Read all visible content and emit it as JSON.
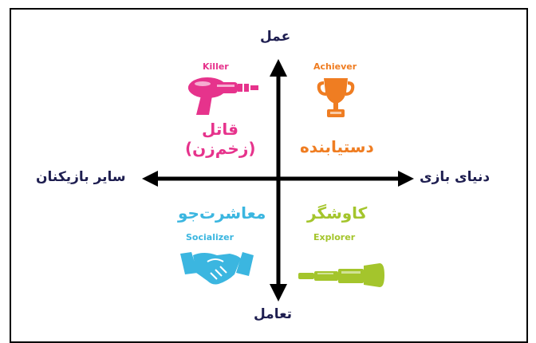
{
  "axes": {
    "top": "عمل",
    "bottom": "تعامل",
    "left": "سایر بازیکنان",
    "right": "دنیای بازی"
  },
  "quadrants": {
    "killer": {
      "en": "Killer",
      "fa_line1": "قاتل",
      "fa_line2": "(زخم‌زن)",
      "color": "#e6338c",
      "icon": "ray-gun-icon"
    },
    "achiever": {
      "en": "Achiever",
      "fa": "دستیابنده",
      "color": "#ef7d22",
      "icon": "trophy-icon"
    },
    "socializer": {
      "en": "Socializer",
      "fa": "معاشرت‌جو",
      "color": "#3bb6e0",
      "icon": "handshake-icon"
    },
    "explorer": {
      "en": "Explorer",
      "fa": "کاوشگر",
      "color": "#a4c52c",
      "icon": "telescope-icon"
    }
  }
}
